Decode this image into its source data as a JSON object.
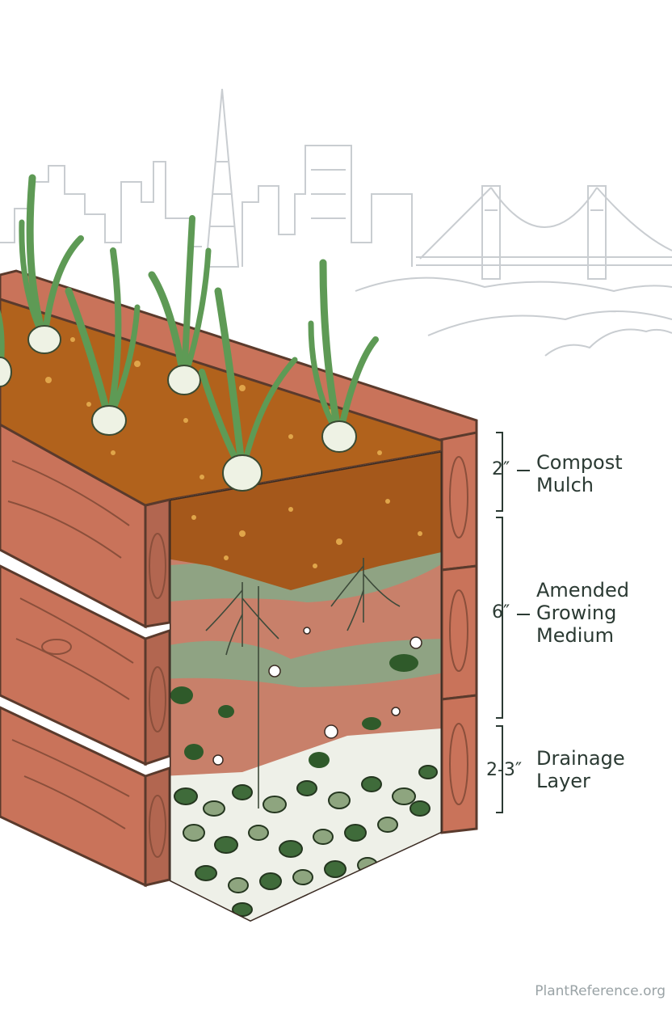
{
  "layers": [
    {
      "id": "compost",
      "depth": "2″",
      "name_lines": [
        "Compost",
        "Mulch"
      ]
    },
    {
      "id": "growing",
      "depth": "6″",
      "name_lines": [
        "Amended",
        "Growing",
        "Medium"
      ]
    },
    {
      "id": "drainage",
      "depth": "2-3″",
      "name_lines": [
        "Drainage",
        "Layer"
      ]
    }
  ],
  "watermark": "PlantReference.org",
  "colors": {
    "wood": "#c9735a",
    "wood_dark": "#a85c46",
    "outline": "#5a3a2c",
    "mulch": "#b1621c",
    "soil": "#c8806a",
    "soil_green": "#8fa383",
    "rock_dark": "#3f6b3a",
    "rock_light": "#8ea57f",
    "leaf": "#5e9a55",
    "skyline": "#c9cdd1"
  }
}
